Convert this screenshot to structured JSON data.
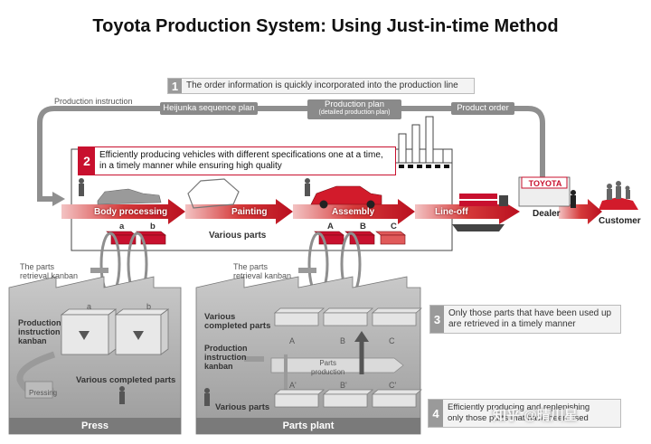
{
  "title": "Toyota Production System: Using Just-in-time Method",
  "note1": {
    "num": "1",
    "text": "The order information is quickly incorporated into the production line"
  },
  "top_flow": {
    "production_instruction": "Production instruction",
    "heijunka": "Heijunka sequence plan",
    "production_plan": "Production plan",
    "production_plan_sub": "(detailed production plan)",
    "product_order": "Product order"
  },
  "note2": {
    "num": "2",
    "line1": "Efficiently producing vehicles with different specifications one at a time,",
    "line2": "in a timely manner while ensuring high quality"
  },
  "line_steps": [
    "Body processing",
    "Painting",
    "Assembly",
    "Line-off"
  ],
  "toyota_sign": "TOYOTA",
  "dealer": "Dealer",
  "customer": "Customer",
  "various_parts_top": "Various parts",
  "bin_labels_body": [
    "a",
    "b"
  ],
  "bin_labels_assembly": [
    "A",
    "B",
    "C"
  ],
  "retrieval_kanban": {
    "line1": "The parts",
    "line2": "retrieval kanban"
  },
  "press": {
    "name": "Press",
    "bin_labels": [
      "a",
      "b"
    ],
    "production_kanban": [
      "Production",
      "instruction",
      "kanban"
    ],
    "pressing": "Pressing",
    "various_completed": "Various completed parts"
  },
  "parts_plant": {
    "name": "Parts plant",
    "various_completed": [
      "Various",
      "completed parts"
    ],
    "production_kanban": [
      "Production",
      "instruction",
      "kanban"
    ],
    "parts_production": [
      "Parts",
      "production"
    ],
    "various_parts": "Various parts",
    "upper_labels": [
      "A",
      "B",
      "C"
    ],
    "lower_labels": [
      "A'",
      "B'",
      "C'"
    ]
  },
  "note3": {
    "num": "3",
    "line1": "Only those parts that have been used up",
    "line2": "are retrieved in a timely manner"
  },
  "note4": {
    "num": "4",
    "line1": "Efficiently producing and replenishing",
    "line2": "only those parts that have been used"
  },
  "watermark": "知乎 @晴川星",
  "colors": {
    "red": "#c8102e",
    "gray": "#8a8a8a",
    "light_gray": "#d9d9d9"
  }
}
